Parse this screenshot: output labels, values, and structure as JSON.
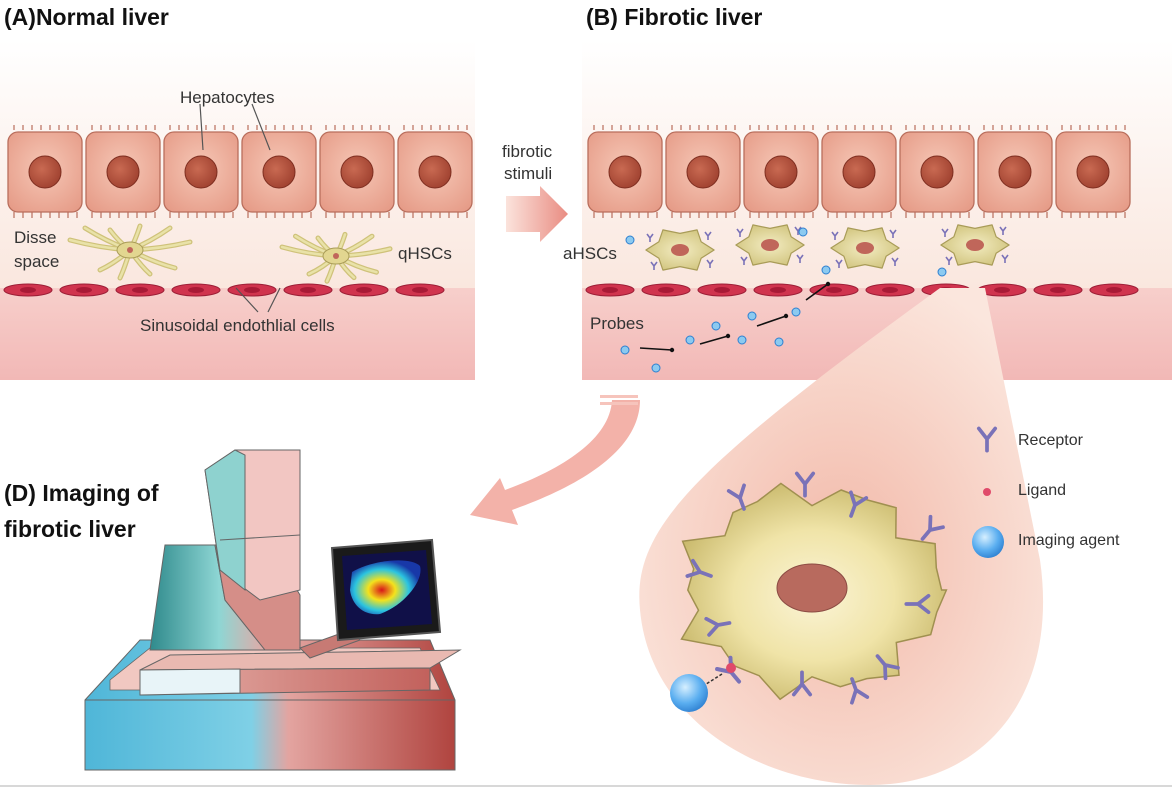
{
  "panels": {
    "a": {
      "letter": "(A)",
      "title": "Normal liver"
    },
    "b": {
      "letter": "(B)",
      "title": "Fibrotic liver"
    },
    "d": {
      "line1": "(D) Imaging of",
      "line2": "fibrotic liver"
    }
  },
  "normal": {
    "hepatocytes": "Hepatocytes",
    "disse_line1": "Disse",
    "disse_line2": "space",
    "qhsc": "qHSCs",
    "endothelial": "Sinusoidal endothlial cells"
  },
  "transition": {
    "line1": "fibrotic",
    "line2": "stimuli"
  },
  "fibrotic": {
    "ahsc": "aHSCs",
    "probes": "Probes"
  },
  "legend": [
    {
      "icon": "receptor-icon",
      "label": "Receptor"
    },
    {
      "icon": "ligand-icon",
      "label": "Ligand"
    },
    {
      "icon": "imaging-agent-icon",
      "label": "Imaging agent"
    }
  ],
  "colors": {
    "hepatocyte": "#e8a48e",
    "nucleus": "#b5533f",
    "stellate": "#d8d08a",
    "endothelial": "#d0344e",
    "sinusoid": "#f4c6c4",
    "receptor": "#7a72b8",
    "imaging_agent": "#4aa6ea"
  }
}
